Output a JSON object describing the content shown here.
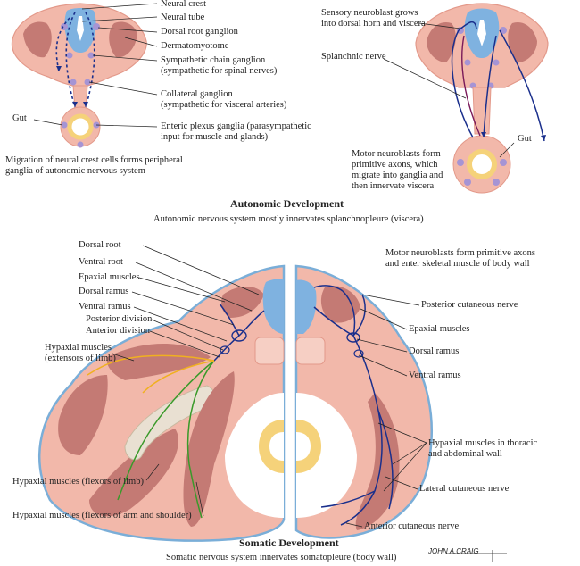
{
  "autonomic": {
    "labels": {
      "neural_crest": "Neural crest",
      "neural_tube": "Neural tube",
      "dorsal_root_ganglion": "Dorsal root ganglion",
      "dermatomyotome": "Dermatomyotome",
      "sympathetic_chain_ganglion": "Sympathetic chain ganglion",
      "sympathetic_chain_note": "(sympathetic for spinal nerves)",
      "collateral_ganglion": "Collateral ganglion",
      "collateral_note": "(sympathetic for visceral arteries)",
      "gut_left": "Gut",
      "enteric_plexus": "Enteric plexus ganglia (parasympathetic",
      "enteric_plexus_2": "input for muscle and glands)",
      "migration_caption_1": "Migration of neural crest cells forms peripheral",
      "migration_caption_2": "ganglia of autonomic nervous system",
      "sensory_neuroblast_1": "Sensory neuroblast grows",
      "sensory_neuroblast_2": "into dorsal horn and viscera",
      "splanchnic_nerve": "Splanchnic nerve",
      "gut_right": "Gut",
      "motor_caption_1": "Motor neuroblasts form",
      "motor_caption_2": "primitive axons, which",
      "motor_caption_3": "migrate into ganglia and",
      "motor_caption_4": "then innervate viscera"
    },
    "title": "Autonomic Development",
    "subtitle": "Autonomic nervous system mostly innervates splanchnopleure (viscera)"
  },
  "somatic": {
    "labels": {
      "dorsal_root": "Dorsal root",
      "ventral_root": "Ventral root",
      "epaxial_muscles_left": "Epaxial muscles",
      "dorsal_ramus_left": "Dorsal ramus",
      "ventral_ramus_left": "Ventral ramus",
      "posterior_division": "Posterior division",
      "anterior_division": "Anterior division",
      "hypaxial_extensors_1": "Hypaxial muscles",
      "hypaxial_extensors_2": "(extensors of limb)",
      "hypaxial_flexors_limb": "Hypaxial muscles (flexors of limb)",
      "hypaxial_flexors_arm": "Hypaxial muscles (flexors of arm and shoulder)",
      "motor_axons_1": "Motor neuroblasts form primitive axons",
      "motor_axons_2": "and enter skeletal muscle of body wall",
      "posterior_cutaneous": "Posterior cutaneous nerve",
      "epaxial_muscles_right": "Epaxial muscles",
      "dorsal_ramus_right": "Dorsal ramus",
      "ventral_ramus_right": "Ventral ramus",
      "hypaxial_thoracic_1": "Hypaxial muscles in thoracic",
      "hypaxial_thoracic_2": "and abdominal wall",
      "lateral_cutaneous": "Lateral cutaneous nerve",
      "anterior_cutaneous": "Anterior cutaneous nerve"
    },
    "title": "Somatic Development",
    "subtitle": "Somatic nervous system innervates somatopleure (body wall)"
  },
  "signature": "JOHN A.CRAIG",
  "colors": {
    "body_wall": "#f2b8aa",
    "body_outline": "#7aaed8",
    "muscle": "#c47a74",
    "neural_tube": "#7fb2e0",
    "gut_ring": "#f5d27a",
    "ganglion": "#a694d4",
    "nerve_blue": "#1a2f8c",
    "nerve_green": "#3a9a2a",
    "nerve_yellow": "#f0b020",
    "bone": "#e9e0d2"
  }
}
